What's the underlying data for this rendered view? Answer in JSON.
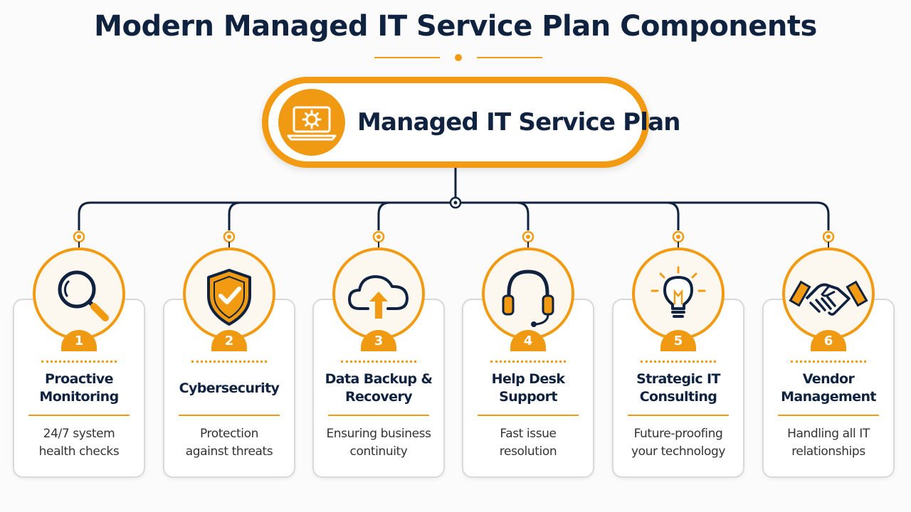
{
  "title": "Modern Managed IT Service Plan Components",
  "hub": {
    "label": "Managed IT Service Plan",
    "icon": "laptop-gear-icon"
  },
  "colors": {
    "accent": "#f29b12",
    "navy": "#0f2240",
    "card_border": "#d9d9d9"
  },
  "components": [
    {
      "number": "1",
      "title_lines": [
        "Proactive",
        "Monitoring"
      ],
      "desc_lines": [
        "24/7 system",
        "health checks"
      ],
      "icon": "magnifier-icon"
    },
    {
      "number": "2",
      "title_lines": [
        "Cybersecurity"
      ],
      "desc_lines": [
        "Protection",
        "against threats"
      ],
      "icon": "shield-check-icon"
    },
    {
      "number": "3",
      "title_lines": [
        "Data Backup &",
        "Recovery"
      ],
      "desc_lines": [
        "Ensuring business",
        "continuity"
      ],
      "icon": "cloud-upload-icon"
    },
    {
      "number": "4",
      "title_lines": [
        "Help Desk",
        "Support"
      ],
      "desc_lines": [
        "Fast issue",
        "resolution"
      ],
      "icon": "headset-icon"
    },
    {
      "number": "5",
      "title_lines": [
        "Strategic IT",
        "Consulting"
      ],
      "desc_lines": [
        "Future-proofing",
        "your technology"
      ],
      "icon": "lightbulb-icon"
    },
    {
      "number": "6",
      "title_lines": [
        "Vendor",
        "Management"
      ],
      "desc_lines": [
        "Handling all IT",
        "relationships"
      ],
      "icon": "handshake-icon"
    }
  ]
}
